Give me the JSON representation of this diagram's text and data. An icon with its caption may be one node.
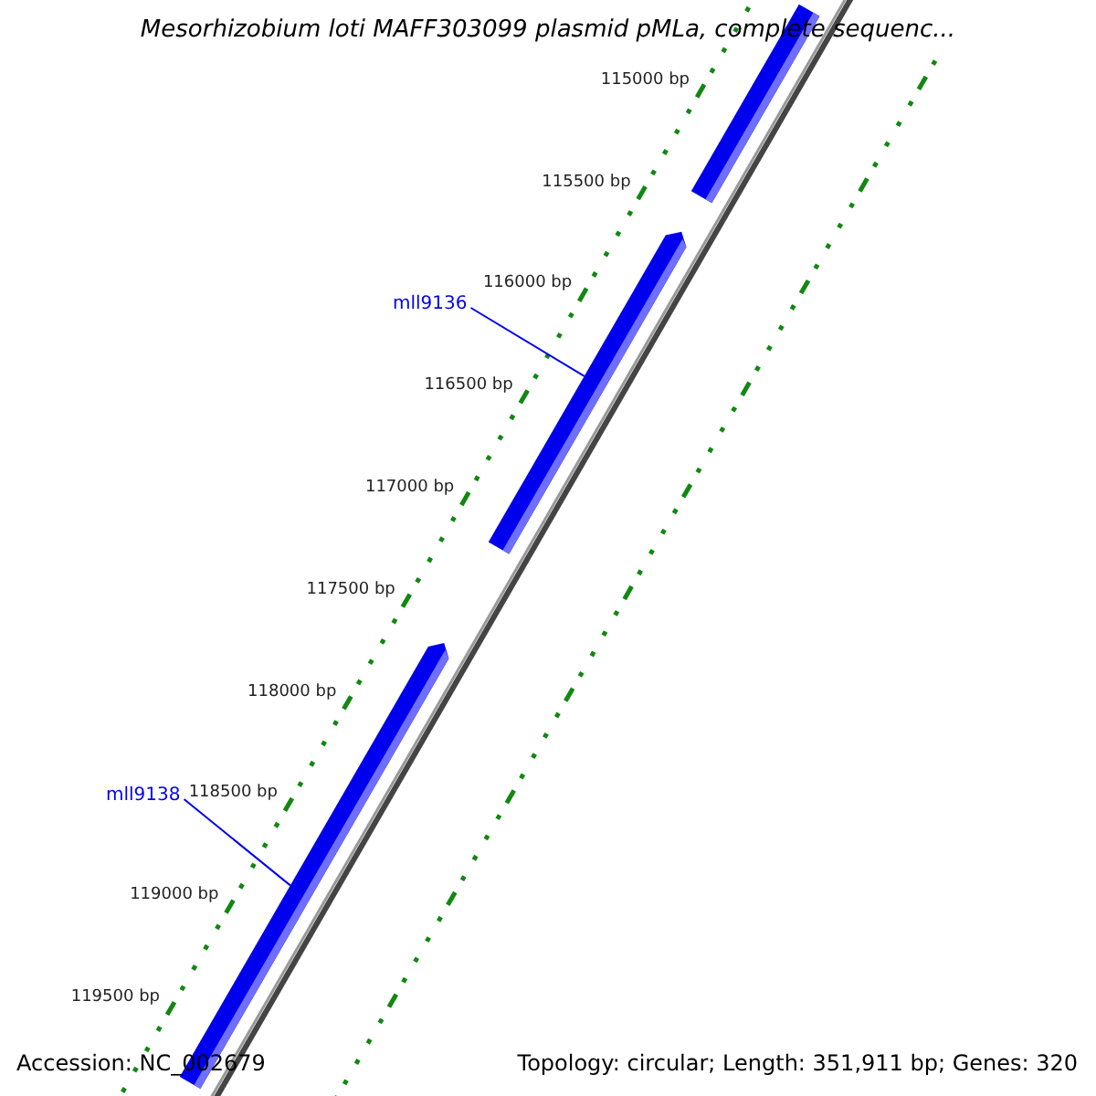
{
  "diagram": {
    "title": "Mesorhizobium loti MAFF303099 plasmid pMLa, complete sequenc...",
    "nodes": [
      {
        "text": [],
        "shape": "arrow"
      },
      {
        "text": [
          "mll9136"
        ]
      },
      {
        "text": [],
        "shape": "arrow"
      },
      {
        "text": [
          "mll9138"
        ]
      },
      {
        "text": [],
        "shape": "arrow"
      }
    ],
    "edges": [
      {
        "from": 1,
        "to": 2,
        "arrow": "none"
      },
      {
        "from": 3,
        "to": 4,
        "arrow": "none"
      }
    ],
    "labels": [
      "115000 bp",
      "115500 bp",
      "116000 bp",
      "116500 bp",
      "117000 bp",
      "117500 bp",
      "118000 bp",
      "118500 bp",
      "119000 bp",
      "119500 bp",
      "Accession: NC_002679",
      "Topology: circular; Length: 351,911 bp; Genes: 320"
    ]
  }
}
